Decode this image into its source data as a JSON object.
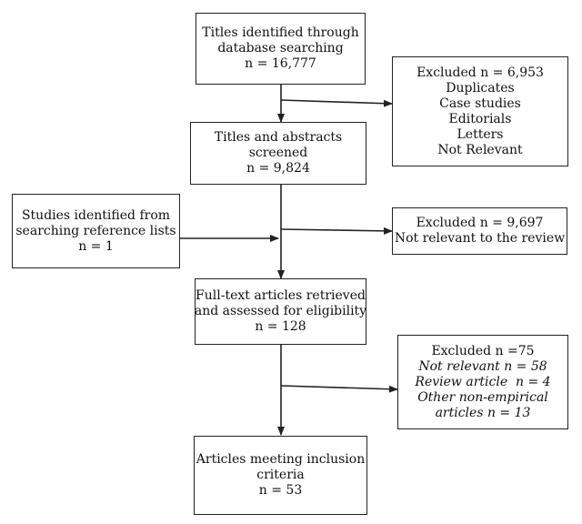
{
  "boxes": {
    "identified": {
      "lines": [
        "Titles identified through",
        "database searching",
        "n = 16,777"
      ]
    },
    "excluded1": {
      "lines": [
        "Excluded n = 6,953",
        "Duplicates",
        "Case studies",
        "Editorials",
        "Letters",
        "Not Relevant"
      ]
    },
    "screened": {
      "lines": [
        "Titles and abstracts",
        "screened",
        "n = 9,824"
      ]
    },
    "reference": {
      "lines": [
        "Studies identified from",
        "searching reference lists",
        "n = 1"
      ]
    },
    "excluded2": {
      "lines": [
        "Excluded n = 9,697",
        "Not relevant to the review"
      ]
    },
    "fulltext": {
      "lines": [
        "Full-text articles retrieved",
        "and assessed for eligibility",
        "n = 128"
      ]
    },
    "excluded3": {
      "lines": [
        "Excluded n =75",
        "Not relevant n = 58",
        "Review article  n = 4",
        "Other non-empirical",
        "articles n = 13"
      ]
    },
    "included": {
      "lines": [
        "Articles meeting inclusion",
        "criteria",
        "n = 53"
      ]
    }
  }
}
